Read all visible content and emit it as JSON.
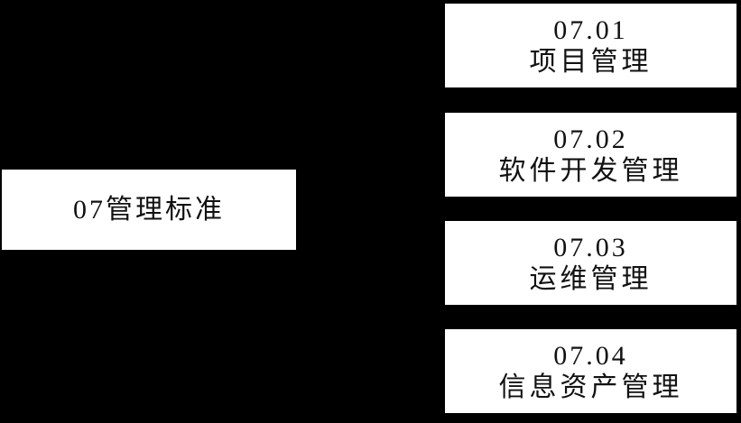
{
  "diagram": {
    "type": "hierarchy",
    "colors": {
      "background": "#000000",
      "node_fill": "#ffffff",
      "node_text": "#111111"
    },
    "root": {
      "label": "07管理标准"
    },
    "children": [
      {
        "code": "07.01",
        "label": "项目管理"
      },
      {
        "code": "07.02",
        "label": "软件开发管理"
      },
      {
        "code": "07.03",
        "label": "运维管理"
      },
      {
        "code": "07.04",
        "label": "信息资产管理"
      }
    ]
  }
}
